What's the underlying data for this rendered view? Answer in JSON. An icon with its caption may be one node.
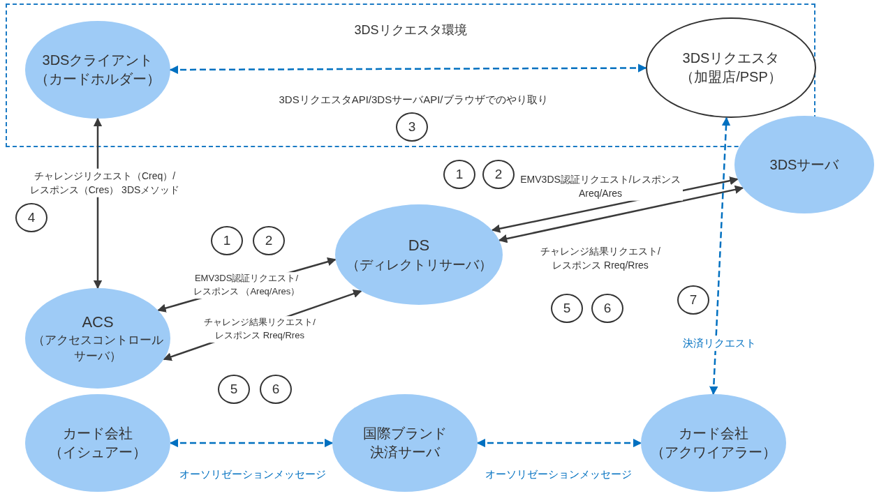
{
  "diagram": {
    "nodes": [
      {
        "text": [
          "3DSリクエスタ環境"
        ]
      },
      {
        "text": [
          "3DSクライアント",
          "（カードホルダー）"
        ],
        "in": 0
      },
      {
        "text": [
          "3DSリクエスタ",
          "（加盟店/PSP）"
        ],
        "in": 0
      },
      {
        "text": [
          "3DSサーバ"
        ]
      },
      {
        "text": [
          "DS",
          "（ディレクトリサーバ）"
        ]
      },
      {
        "text": [
          "ACS",
          "（アクセスコントロールサーバ）"
        ]
      },
      {
        "text": [
          "カード会社",
          "（イシュアー）"
        ]
      },
      {
        "text": [
          "国際ブランド",
          "決済サーバ"
        ]
      },
      {
        "text": [
          "カード会社",
          "（アクワイアラー）"
        ]
      },
      {
        "text": [
          "3"
        ],
        "in": 0
      },
      {
        "text": [
          "4"
        ]
      },
      {
        "text": [
          "1"
        ]
      },
      {
        "text": [
          "2"
        ]
      },
      {
        "text": [
          "5"
        ]
      },
      {
        "text": [
          "6"
        ]
      },
      {
        "text": [
          "1"
        ]
      },
      {
        "text": [
          "2"
        ]
      },
      {
        "text": [
          "5"
        ]
      },
      {
        "text": [
          "6"
        ]
      },
      {
        "text": [
          "7"
        ]
      }
    ],
    "edges": [
      {
        "from": 1,
        "to": 2,
        "arrow": "both",
        "style": "dashed",
        "color": "#0070c0",
        "label": "3DSリクエスタAPI/3DSサーバAPI/ブラウザでのやり取り"
      },
      {
        "from": 5,
        "to": 1,
        "arrow": "both",
        "label": "チャレンジリクエスト（Creq）/レスポンス（Cres） 3DSメソッド"
      },
      {
        "from": 5,
        "to": 4,
        "arrow": "both",
        "label": "EMV3DS認証リクエスト/レスポンス （Areq/Ares）"
      },
      {
        "from": 5,
        "to": 4,
        "arrow": "both",
        "label": "チャレンジ結果リクエスト/レスポンス Rreq/Rres"
      },
      {
        "from": 4,
        "to": 3,
        "arrow": "both",
        "label": "EMV3DS認証リクエスト/レスポンス Areq/Ares"
      },
      {
        "from": 4,
        "to": 3,
        "arrow": "both",
        "label": "チャレンジ結果リクエスト/レスポンス Rreq/Rres"
      },
      {
        "from": 8,
        "to": 2,
        "arrow": "both",
        "style": "dashed",
        "color": "#0070c0",
        "label": "決済リクエスト"
      },
      {
        "from": 6,
        "to": 7,
        "arrow": "both",
        "style": "dashed",
        "color": "#0070c0",
        "label": "オーソリゼーションメッセージ"
      },
      {
        "from": 7,
        "to": 8,
        "arrow": "both",
        "style": "dashed",
        "color": "#0070c0",
        "label": "オーソリゼーションメッセージ"
      }
    ]
  }
}
